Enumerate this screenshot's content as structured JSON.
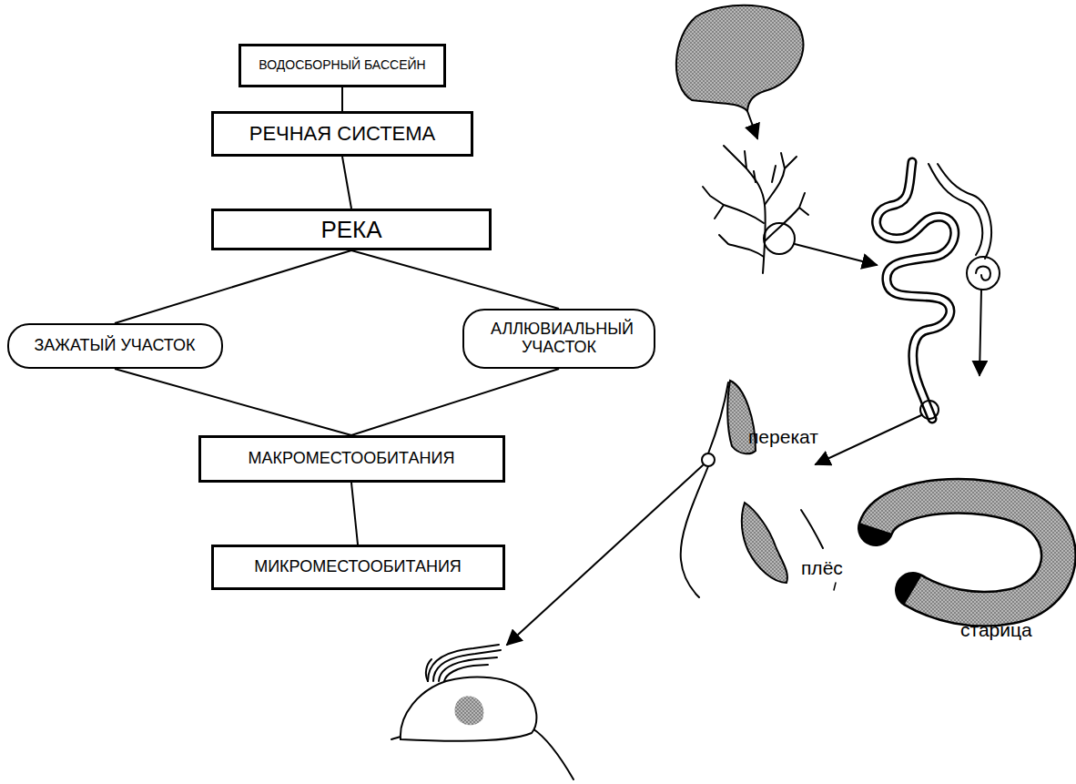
{
  "diagram": {
    "nodes": [
      {
        "text": [
          "ВОДОСБОРНЫЙ БАССЕЙН"
        ]
      },
      {
        "text": [
          "РЕЧНАЯ СИСТЕМА"
        ]
      },
      {
        "text": [
          "РЕКА"
        ]
      },
      {
        "text": [
          "ЗАЖАТЫЙ УЧАСТОК"
        ]
      },
      {
        "text": [
          "АЛЛЮВИАЛЬНЫЙ УЧАСТОК"
        ]
      },
      {
        "text": [
          "МАКРОМЕСТООБИТАНИЯ"
        ]
      },
      {
        "text": [
          "МИКРОМЕСТООБИТАНИЯ"
        ]
      }
    ],
    "edges": [
      {
        "from": 0,
        "to": 1,
        "arrow": "none"
      },
      {
        "from": 1,
        "to": 2,
        "arrow": "none"
      },
      {
        "from": 2,
        "to": 3,
        "arrow": "none"
      },
      {
        "from": 2,
        "to": 4,
        "arrow": "none"
      },
      {
        "from": 3,
        "to": 5,
        "arrow": "none"
      },
      {
        "from": 4,
        "to": 5,
        "arrow": "none"
      },
      {
        "from": 5,
        "to": 6,
        "arrow": "none"
      }
    ],
    "labels": [
      "перекат",
      "плёс",
      "старица"
    ]
  }
}
